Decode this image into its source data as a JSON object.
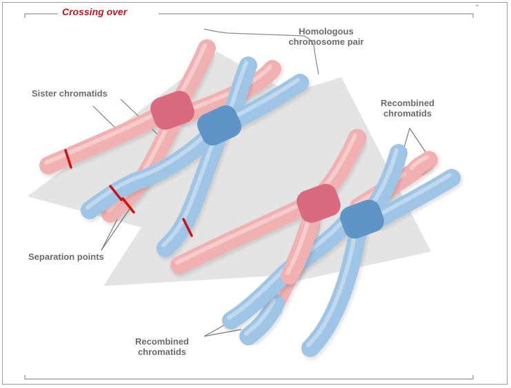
{
  "title": "Crossing over",
  "labels": {
    "homologous_pair": [
      "Homologous",
      "chromosome pair"
    ],
    "sister_chromatids": "Sister chromatids",
    "recombined_top": [
      "Recombined",
      "chromatids"
    ],
    "separation_points": "Separation points",
    "recombined_bottom": [
      "Recombined",
      "chromatids"
    ]
  },
  "colors": {
    "pink": "#f1b1b1",
    "blue": "#9fc5e6",
    "centromere_pink": "#d96a80",
    "centromere_blue": "#5f95c6",
    "separation_mark": "#d01010",
    "title": "#c0141c",
    "label": "#6b6b6b",
    "arrow": "#e4e4e4"
  }
}
